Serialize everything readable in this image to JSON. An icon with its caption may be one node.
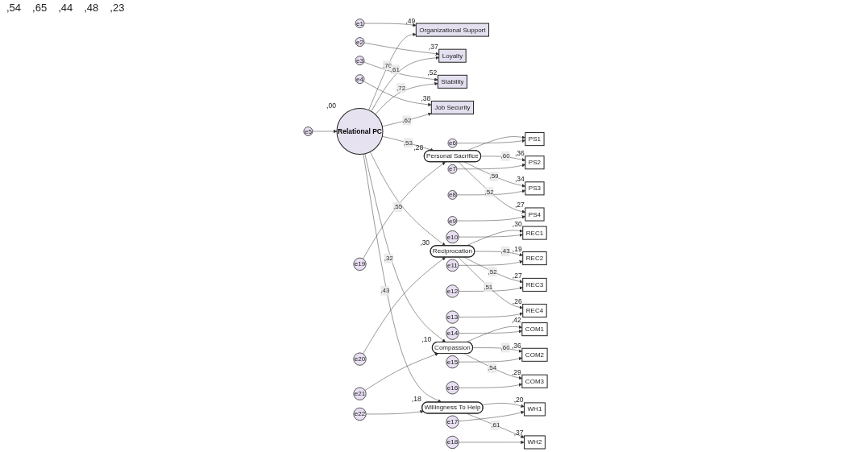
{
  "diagram": {
    "nodes": [
      {
        "text": [
          "e1"
        ]
      },
      {
        "text": [
          "e2"
        ]
      },
      {
        "text": [
          "e3"
        ]
      },
      {
        "text": [
          "e4"
        ]
      },
      {
        "text": [
          "Organizational Support"
        ],
        "beside": [
          ",49"
        ]
      },
      {
        "text": [
          "Loyalty"
        ],
        "beside": [
          ",37"
        ]
      },
      {
        "text": [
          "Stability"
        ],
        "beside": [
          ",52"
        ]
      },
      {
        "text": [
          "Job Security"
        ],
        "beside": [
          ",38"
        ]
      },
      {
        "text": [
          "e5"
        ]
      },
      {
        "text": [
          "Relational PC"
        ],
        "beside": [
          ",00"
        ]
      },
      {
        "text": [
          "e19"
        ]
      },
      {
        "text": [
          "Personal Sacrifice"
        ],
        "beside": [
          ",28"
        ]
      },
      {
        "text": [
          "e20"
        ]
      },
      {
        "text": [
          "Reciprocation"
        ],
        "beside": [
          ",30"
        ]
      },
      {
        "text": [
          "e21"
        ]
      },
      {
        "text": [
          "Compassion"
        ],
        "beside": [
          ",10"
        ]
      },
      {
        "text": [
          "e22"
        ]
      },
      {
        "text": [
          "Willingness To Help"
        ],
        "beside": [
          ",18"
        ]
      },
      {
        "text": [
          "PS1"
        ]
      },
      {
        "text": [
          "PS2"
        ],
        "beside": [
          ",36"
        ]
      },
      {
        "text": [
          "PS3"
        ],
        "beside": [
          ",34"
        ]
      },
      {
        "text": [
          "PS4"
        ],
        "beside": [
          ",27"
        ]
      },
      {
        "text": [
          "REC1"
        ],
        "beside": [
          ",30"
        ]
      },
      {
        "text": [
          "REC2"
        ],
        "beside": [
          ",19"
        ]
      },
      {
        "text": [
          "REC3"
        ],
        "beside": [
          ",27"
        ]
      },
      {
        "text": [
          "REC4"
        ],
        "beside": [
          ",26"
        ]
      },
      {
        "text": [
          "COM1"
        ],
        "beside": [
          ",42"
        ]
      },
      {
        "text": [
          "COM2"
        ],
        "beside": [
          ",36"
        ]
      },
      {
        "text": [
          "COM3"
        ],
        "beside": [
          ",29"
        ]
      },
      {
        "text": [
          "WH1"
        ],
        "beside": [
          ",20"
        ]
      },
      {
        "text": [
          "WH2"
        ],
        "beside": [
          ",37"
        ]
      },
      {
        "text": [
          "e6"
        ]
      },
      {
        "text": [
          "e7"
        ]
      },
      {
        "text": [
          "e8"
        ]
      },
      {
        "text": [
          "e9"
        ]
      },
      {
        "text": [
          "e10"
        ]
      },
      {
        "text": [
          "e11"
        ]
      },
      {
        "text": [
          "e12"
        ]
      },
      {
        "text": [
          "e13"
        ]
      },
      {
        "text": [
          "e14"
        ]
      },
      {
        "text": [
          "e15"
        ]
      },
      {
        "text": [
          "e16"
        ]
      },
      {
        "text": [
          "e17"
        ]
      },
      {
        "text": [
          "e18"
        ]
      }
    ],
    "edges": [
      {
        "from": 0,
        "to": 4,
        "arrow": "to"
      },
      {
        "from": 1,
        "to": 5,
        "arrow": "to"
      },
      {
        "from": 2,
        "to": 6,
        "arrow": "to"
      },
      {
        "from": 3,
        "to": 7,
        "arrow": "to"
      },
      {
        "from": 8,
        "to": 9,
        "arrow": "to"
      },
      {
        "from": 9,
        "to": 4,
        "arrow": "to",
        "label": ",70"
      },
      {
        "from": 9,
        "to": 5,
        "arrow": "to",
        "label": ",61"
      },
      {
        "from": 9,
        "to": 6,
        "arrow": "to",
        "label": ",72"
      },
      {
        "from": 9,
        "to": 7,
        "arrow": "to",
        "label": ",62"
      },
      {
        "from": 9,
        "to": 11,
        "arrow": "to",
        "label": ",53"
      },
      {
        "from": 9,
        "to": 13,
        "arrow": "to",
        "label": ",55"
      },
      {
        "from": 9,
        "to": 15,
        "arrow": "to",
        "label": ",32"
      },
      {
        "from": 9,
        "to": 17,
        "arrow": "to",
        "label": ",43"
      },
      {
        "from": 10,
        "to": 11,
        "arrow": "to"
      },
      {
        "from": 12,
        "to": 13,
        "arrow": "to"
      },
      {
        "from": 14,
        "to": 15,
        "arrow": "to"
      },
      {
        "from": 16,
        "to": 17,
        "arrow": "to"
      },
      {
        "from": 11,
        "to": 18,
        "arrow": "to"
      },
      {
        "from": 11,
        "to": 19,
        "arrow": "to",
        "label": ",60"
      },
      {
        "from": 11,
        "to": 20,
        "arrow": "to",
        "label": ",59"
      },
      {
        "from": 11,
        "to": 21,
        "arrow": "to",
        "label": ",52"
      },
      {
        "from": 13,
        "to": 22,
        "arrow": "to"
      },
      {
        "from": 13,
        "to": 23,
        "arrow": "to",
        "label": ",43"
      },
      {
        "from": 13,
        "to": 24,
        "arrow": "to",
        "label": ",52"
      },
      {
        "from": 13,
        "to": 25,
        "arrow": "to",
        "label": ",51"
      },
      {
        "from": 15,
        "to": 26,
        "arrow": "to"
      },
      {
        "from": 15,
        "to": 27,
        "arrow": "to",
        "label": ",60"
      },
      {
        "from": 15,
        "to": 28,
        "arrow": "to",
        "label": ",54"
      },
      {
        "from": 17,
        "to": 29,
        "arrow": "to"
      },
      {
        "from": 17,
        "to": 30,
        "arrow": "to",
        "label": ",61"
      },
      {
        "from": 31,
        "to": 18,
        "arrow": "to"
      },
      {
        "from": 32,
        "to": 19,
        "arrow": "to"
      },
      {
        "from": 33,
        "to": 20,
        "arrow": "to"
      },
      {
        "from": 34,
        "to": 21,
        "arrow": "to"
      },
      {
        "from": 35,
        "to": 22,
        "arrow": "to"
      },
      {
        "from": 36,
        "to": 23,
        "arrow": "to"
      },
      {
        "from": 37,
        "to": 24,
        "arrow": "to"
      },
      {
        "from": 38,
        "to": 25,
        "arrow": "to"
      },
      {
        "from": 39,
        "to": 26,
        "arrow": "to"
      },
      {
        "from": 40,
        "to": 27,
        "arrow": "to"
      },
      {
        "from": 41,
        "to": 28,
        "arrow": "to"
      },
      {
        "from": 42,
        "to": 29,
        "arrow": "to"
      },
      {
        "from": 43,
        "to": 30,
        "arrow": "to"
      }
    ],
    "labels": [
      ",54",
      ",65",
      ",44",
      ",48",
      ",23"
    ]
  }
}
